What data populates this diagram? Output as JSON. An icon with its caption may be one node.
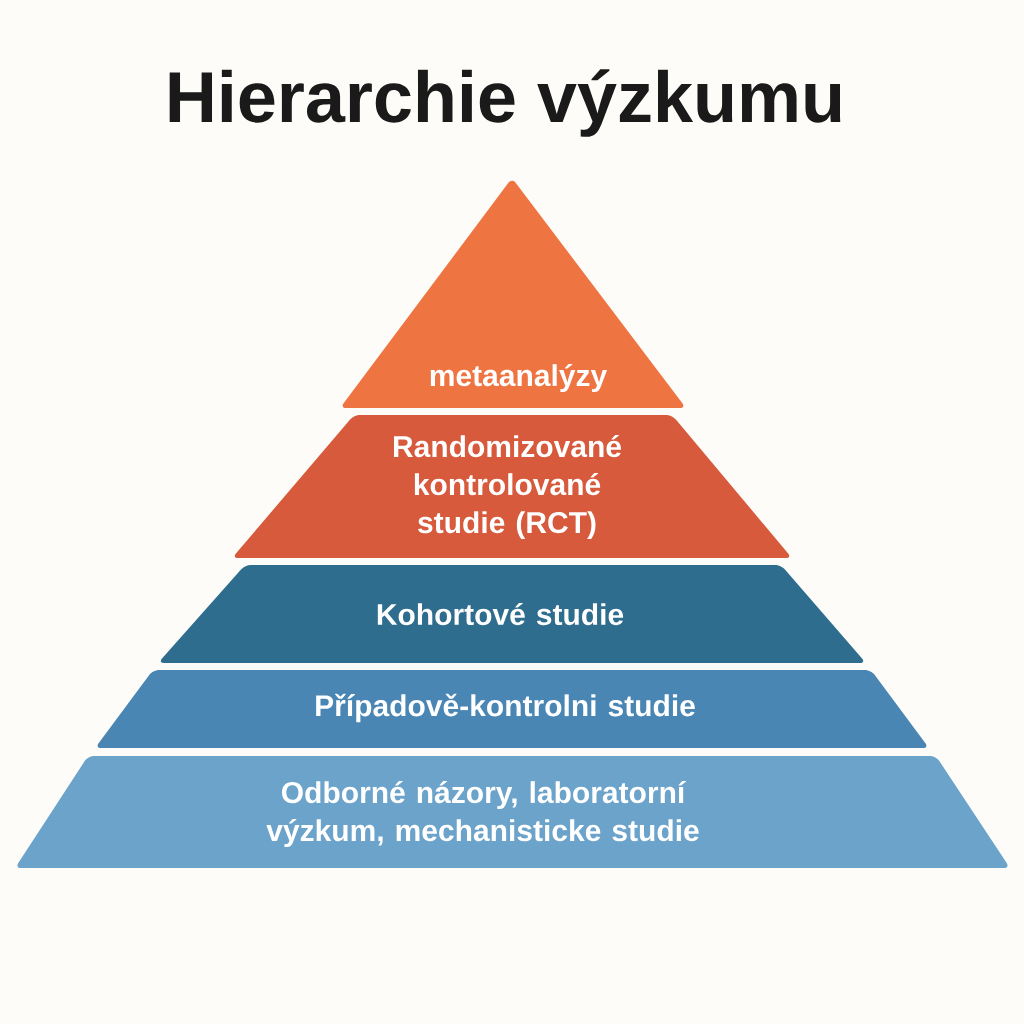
{
  "diagram": {
    "title": "Hierarchie výzkumu",
    "nodes": [
      {
        "text": [
          "metaanalýzy"
        ]
      },
      {
        "text": [
          "Randomizované kontrolované studie (RCT)"
        ]
      },
      {
        "text": [
          "Kohortové studie"
        ]
      },
      {
        "text": [
          "Případově-kontrolni studie"
        ]
      },
      {
        "text": [
          "Odborné názory, laboratorní výzkum, mechanisticke studie"
        ]
      }
    ]
  }
}
